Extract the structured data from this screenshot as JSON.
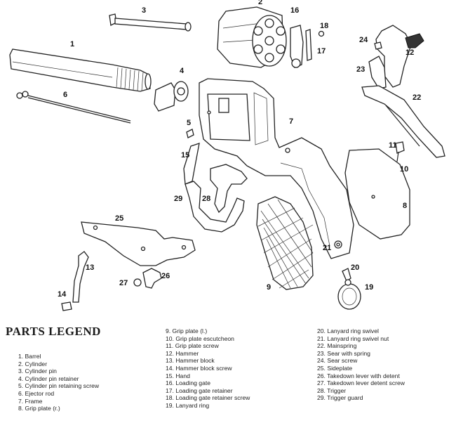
{
  "legend": {
    "title": "PARTS LEGEND",
    "columns": [
      [
        "1. Barrel",
        "2. Cylinder",
        "3. Cylinder pin",
        "4. Cylinder pin retainer",
        "5. Cylinder pin retaining screw",
        "6. Ejector rod",
        "7. Frame",
        "8. Grip plate (r.)"
      ],
      [
        "9. Grip plate (l.)",
        "10. Grip plate escutcheon",
        "11. Grip plate screw",
        "12. Hammer",
        "13. Hammer block",
        "14. Hammer block screw",
        "15. Hand",
        "16. Loading gate",
        "17. Loading gate retainer",
        "18. Loading gate retainer screw",
        "19. Lanyard ring"
      ],
      [
        "20. Lanyard ring swivel",
        "21. Lanyard ring swivel nut",
        "22. Mainspring",
        "23. Sear with spring",
        "24. Sear screw",
        "25. Sideplate",
        "26. Takedown lever with detent",
        "27. Takedown lever detent screw",
        "28. Trigger",
        "29. Trigger guard"
      ]
    ]
  },
  "callouts": [
    "1",
    "2",
    "3",
    "4",
    "5",
    "6",
    "7",
    "8",
    "9",
    "10",
    "11",
    "12",
    "13",
    "14",
    "15",
    "16",
    "17",
    "18",
    "19",
    "20",
    "21",
    "22",
    "23",
    "24",
    "25",
    "26",
    "27",
    "28",
    "29"
  ]
}
